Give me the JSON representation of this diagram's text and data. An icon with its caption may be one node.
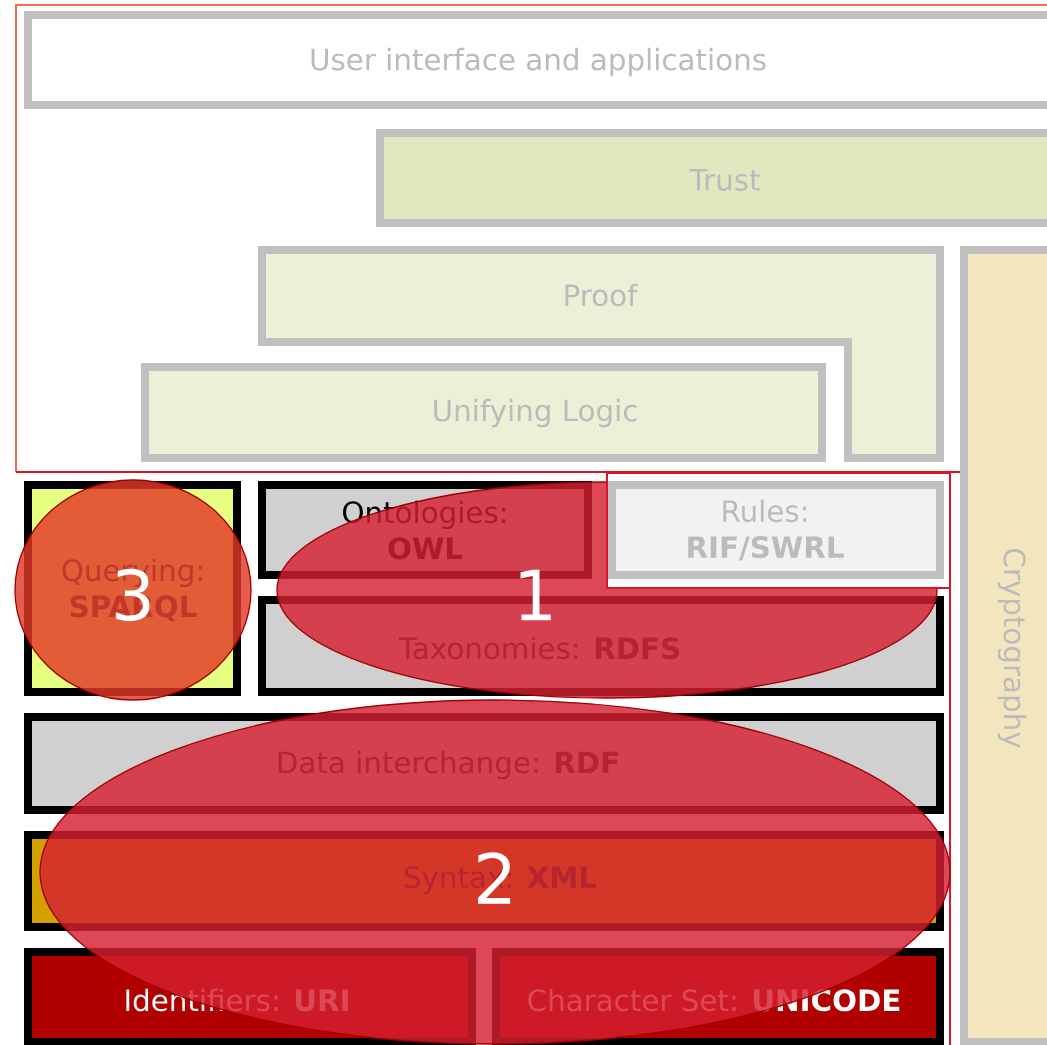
{
  "diagram": {
    "nodes": [
      {
        "text": [
          "User interface and applications"
        ]
      },
      {
        "text": [
          "Trust"
        ]
      },
      {
        "text": [
          "Proof"
        ]
      },
      {
        "text": [
          "Unifying Logic"
        ]
      },
      {
        "text": [
          "Cryptography"
        ]
      },
      {
        "text": [
          "Querying: **SPARQL**"
        ]
      },
      {
        "text": [
          "Ontologies: **OWL**"
        ]
      },
      {
        "text": [
          "Rules: **RIF/SWRL**"
        ]
      },
      {
        "text": [
          "Taxonomies: **RDFS**"
        ]
      },
      {
        "text": [
          "Data interchange: **RDF**"
        ]
      },
      {
        "text": [
          "Syntax: **XML**"
        ]
      },
      {
        "text": [
          "Identifiers: **URI**"
        ]
      },
      {
        "text": [
          "Character Set: **UNICODE**"
        ]
      }
    ],
    "labels": [
      "3",
      "1",
      "2"
    ]
  }
}
